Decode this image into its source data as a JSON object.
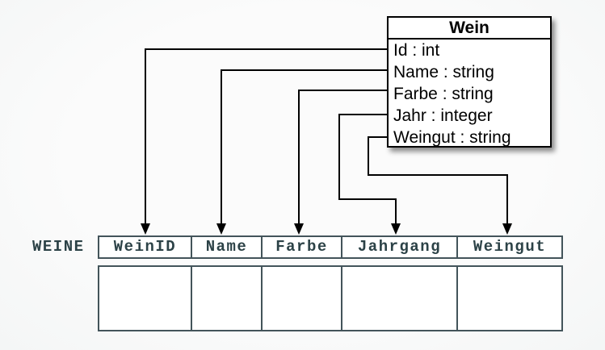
{
  "class_box": {
    "title": "Wein",
    "attributes": [
      "Id : int",
      "Name : string",
      "Farbe : string",
      "Jahr : integer",
      "Weingut : string"
    ]
  },
  "table": {
    "label": "WEINE",
    "columns": [
      "WeinID",
      "Name",
      "Farbe",
      "Jahrgang",
      "Weingut"
    ],
    "body_rows": [
      [
        "",
        "",
        "",
        "",
        ""
      ]
    ]
  },
  "mappings": [
    {
      "from": "Id",
      "to": "WeinID"
    },
    {
      "from": "Name",
      "to": "Name"
    },
    {
      "from": "Farbe",
      "to": "Farbe"
    },
    {
      "from": "Jahr",
      "to": "Jahrgang"
    },
    {
      "from": "Weingut",
      "to": "Weingut"
    }
  ],
  "colors": {
    "background": "#fbfbfb",
    "line": "#000000",
    "class_fill": "#ffffff",
    "class_border": "#000000",
    "table_border": "#43545a",
    "table_text": "#2c4247"
  }
}
